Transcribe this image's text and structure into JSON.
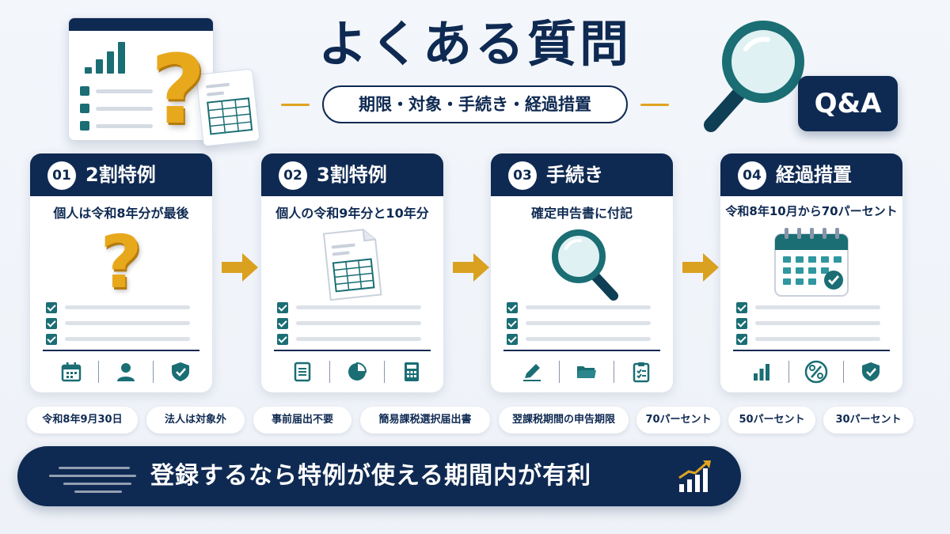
{
  "header": {
    "title": "よくある質問",
    "subtitle": "期限・対象・手続き・経過措置",
    "badge": "Q&A"
  },
  "illustration": {
    "question_mark": "?"
  },
  "cards": [
    {
      "number": "01",
      "title": "2割特例",
      "description": "個人は令和8年分が最後",
      "illustration": "question-mark",
      "icons": [
        "calendar-icon",
        "person-icon",
        "shield-check-icon"
      ]
    },
    {
      "number": "02",
      "title": "3割特例",
      "description": "個人の令和9年分と10年分",
      "illustration": "document",
      "icons": [
        "document-list-icon",
        "pie-chart-icon",
        "calculator-icon"
      ]
    },
    {
      "number": "03",
      "title": "手続き",
      "description": "確定申告書に付記",
      "illustration": "magnifier",
      "icons": [
        "pencil-icon",
        "folder-icon",
        "clipboard-check-icon"
      ]
    },
    {
      "number": "04",
      "title": "経過措置",
      "description": "令和8年10月から70パーセント",
      "illustration": "calendar",
      "icons": [
        "bar-chart-icon",
        "percent-icon",
        "shield-check-icon"
      ]
    }
  ],
  "tags": [
    "令和8年9月30日",
    "法人は対象外",
    "事前届出不要",
    "簡易課税選択届出書",
    "翌課税期間の申告期限",
    "70パーセント",
    "50パーセント",
    "30パーセント"
  ],
  "banner": {
    "text": "登録するなら特例が使える期間内が有利"
  },
  "colors": {
    "navy": "#0f2a52",
    "teal": "#1a6e74",
    "gold": "#e0a321",
    "background": "#f1f4f9"
  }
}
